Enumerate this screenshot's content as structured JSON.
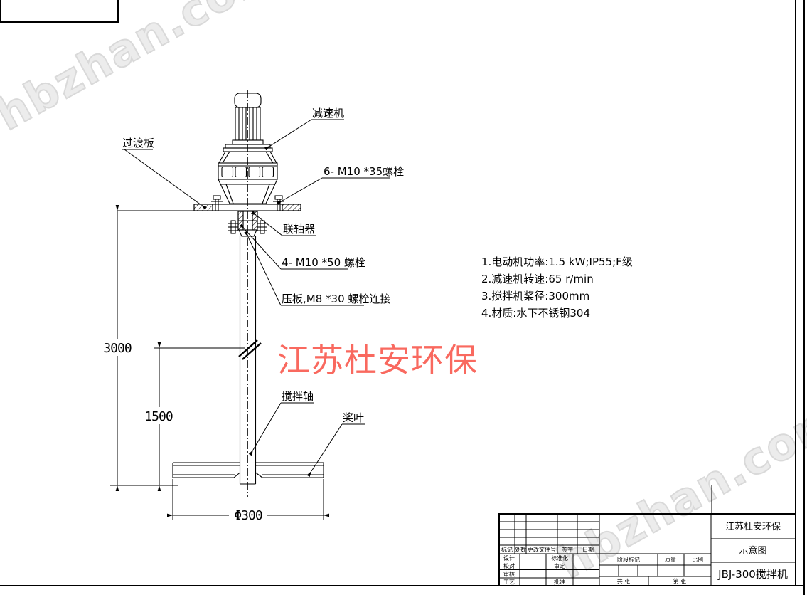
{
  "watermarks": {
    "site": "hbzhan.com",
    "site_color": "#d9d9d9",
    "brand": "江苏杜安环保",
    "brand_color": "#f9695f"
  },
  "callouts": {
    "transition_plate": "过渡板",
    "reducer": "减速机",
    "bolts_top": "6- M10 *35螺栓",
    "coupling": "联轴器",
    "bolts_coupling": "4- M10 *50 螺栓",
    "clamp_plate": "压板,M8 *30 螺栓连接",
    "mixing_shaft": "搅拌轴",
    "blade": "桨叶"
  },
  "dimensions": {
    "total_height": "3000",
    "blade_height": "1500",
    "blade_diameter": "Φ300"
  },
  "notes": [
    "1.电动机功率:1.5 kW;IP55;F级",
    "2.减速机转速:65 r/min",
    "3.搅拌机桨径:300mm",
    "4.材质:水下不锈钢304"
  ],
  "title_block": {
    "company": "江苏杜安环保",
    "doc_type": "示意图",
    "model": "JBJ-300搅拌机",
    "rev_cols": [
      "标记",
      "处数",
      "更改文件号",
      "签字",
      "日期"
    ],
    "sign_col1": [
      "设计",
      "校对",
      "审核",
      "工艺"
    ],
    "sign_col2": [
      "标准化",
      "审定",
      "",
      "批准"
    ],
    "stage_label": "阶段标记",
    "mass_label": "质量",
    "scale_label": "比例",
    "sheet_total_label": "共 张",
    "sheet_index_label": "第 张"
  }
}
